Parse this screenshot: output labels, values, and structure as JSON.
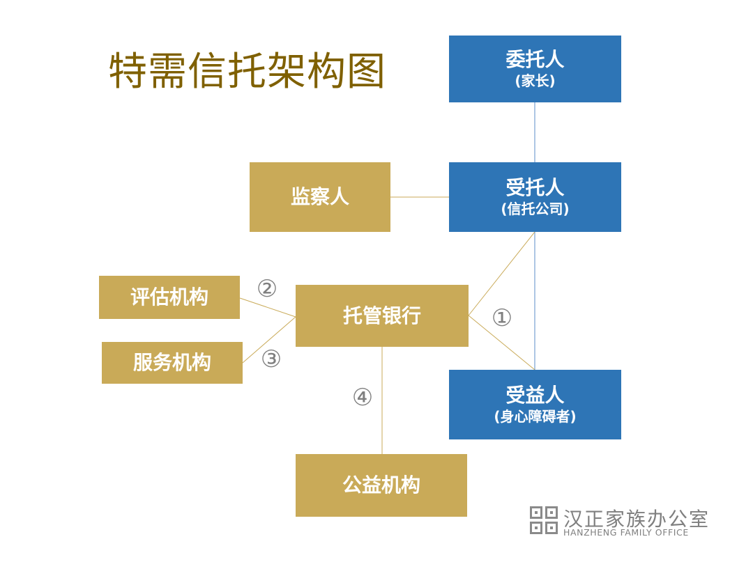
{
  "title": "特需信托架构图",
  "nodes": {
    "settlor": {
      "label": "委托人",
      "sub": "(家长)"
    },
    "trustee": {
      "label": "受托人",
      "sub": "(信托公司)"
    },
    "supervisor": {
      "label": "监察人"
    },
    "custodian": {
      "label": "托管银行"
    },
    "appraisal": {
      "label": "评估机构"
    },
    "service": {
      "label": "服务机构"
    },
    "beneficiary": {
      "label": "受益人",
      "sub": "(身心障碍者)"
    },
    "charity": {
      "label": "公益机构"
    }
  },
  "markers": [
    "①",
    "②",
    "③",
    "④"
  ],
  "colors": {
    "title": "#7f6000",
    "gold": "#c9aa58",
    "blue": "#2e75b6",
    "gray": "#7f7f7f"
  },
  "brand": {
    "name_cn": "汉正家族办公室",
    "name_en": "HANZHENG FAMILY OFFICE"
  }
}
